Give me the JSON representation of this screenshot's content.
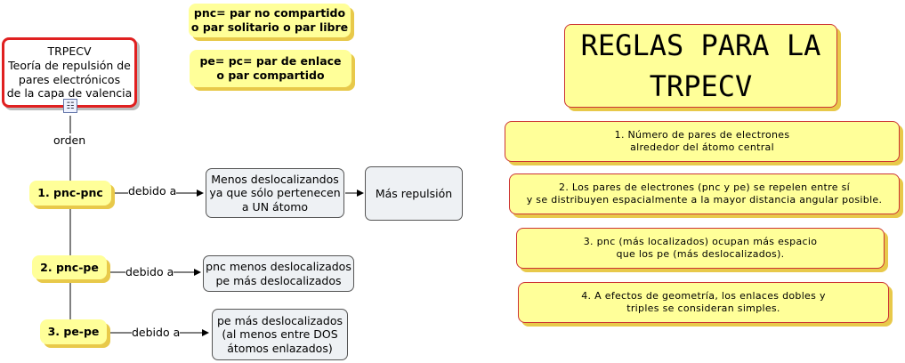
{
  "root": {
    "text": "TRPECV\nTeoría de repulsión de\npares electrónicos\nde la capa de valencia",
    "icon": "hierarchy-icon"
  },
  "notes": [
    {
      "text": "pnc= par no compartido\no par solitario o par libre"
    },
    {
      "text": "pe= pc=  par de enlace\no par compartido"
    }
  ],
  "orden_label": "orden",
  "orders": [
    {
      "label": "1. pnc-pnc",
      "link": "debido a",
      "reason": "Menos deslocalizandos\nya que sólo pertenecen\na UN átomo",
      "result": "Más repulsión"
    },
    {
      "label": "2. pnc-pe",
      "link": "debido a",
      "reason": "pnc menos deslocalizados\npe más deslocalizados"
    },
    {
      "label": "3. pe-pe",
      "link": "debido a",
      "reason": "pe más deslocalizados\n(al menos entre DOS\nátomos enlazados)"
    }
  ],
  "rules_title": "REGLAS  PARA  LA\nTRPECV",
  "rules": [
    "1. Número de pares de electrones\nalrededor del átomo central",
    "2. Los pares de electrones (pnc y pe) se repelen entre sí\ny se distribuyen espacialmente a la mayor distancia angular posible.",
    "3. pnc  (más localizados) ocupan más espacio\nque los pe (más deslocalizados).",
    "4. A efectos de geometría, los enlaces dobles y\ntriples se consideran simples."
  ],
  "colors": {
    "yellow": "#ffff99",
    "shadow": "#e8c94a",
    "red_border": "#cc3333",
    "grey_box": "#eef1f4"
  }
}
